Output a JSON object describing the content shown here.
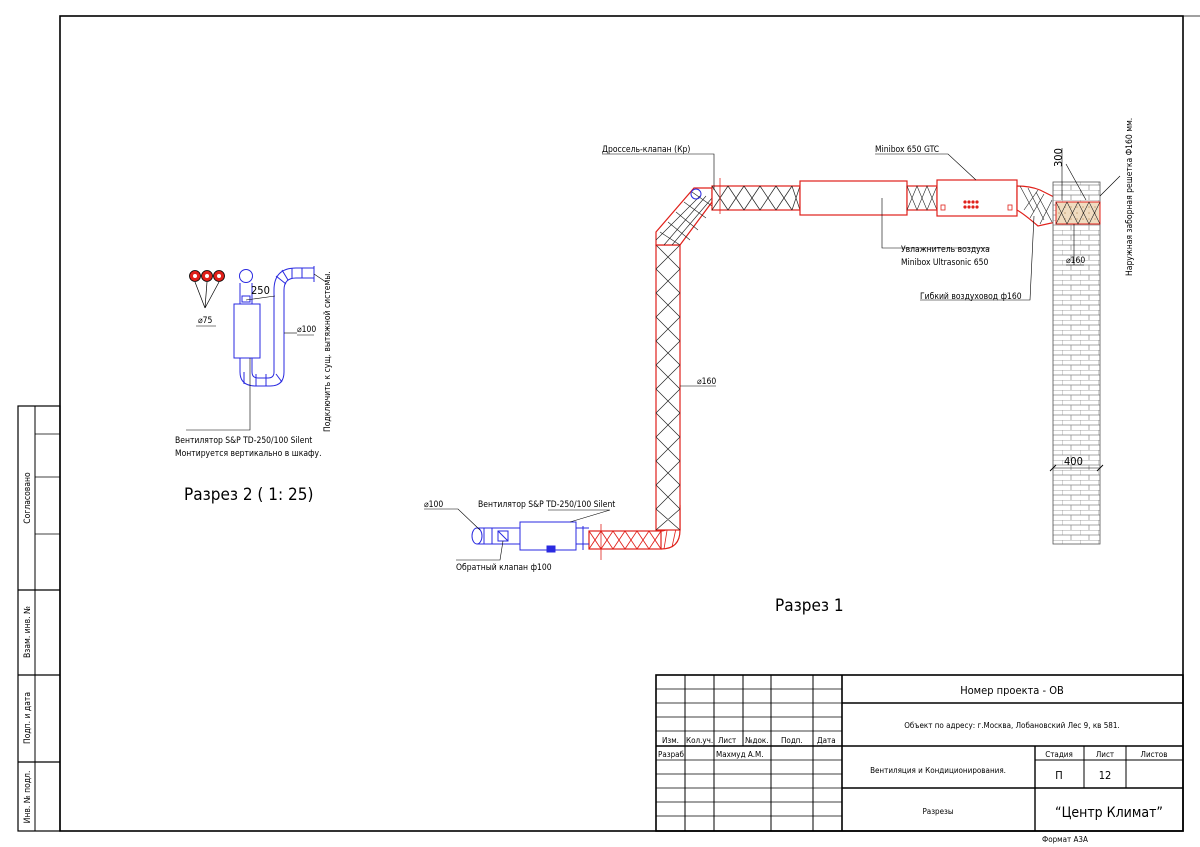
{
  "side_stamps": {
    "agreed": "Согласовано",
    "inv_repl": "Взам. инв. №",
    "sign_date": "Подп. и дата",
    "inv_orig": "Инв. № подл."
  },
  "section2": {
    "title": "Разрез 2 ( 1: 25)",
    "d75": "⌀75",
    "dim250": "250",
    "d100": "⌀100",
    "fan_line1": "Вентилятор S&P TD-250/100 Silent",
    "fan_line2": "Монтируется вертикально в шкафу.",
    "connect_note": "Подключить к сущ. вытяжной системы."
  },
  "section1": {
    "title": "Разрез 1",
    "damper": "Дроссель-клапан (Кр)",
    "minibox": "Minibox 650 GTC",
    "humidifier_line1": "Увлажнитель воздуха",
    "humidifier_line2": "Minibox Ultrasonic 650",
    "flex_duct": "Гибкий воздуховод ф160",
    "d160_main": "⌀160",
    "d160_wall": "⌀160",
    "dim300": "300",
    "dim400": "400",
    "grille": "Наружная заборная решетка Ф160 мм.",
    "d100": "⌀100",
    "fan": "Вентилятор S&P TD-250/100 Silent",
    "check_valve": "Обратный клапан ф100"
  },
  "title_block": {
    "col_izm": "Изм.",
    "col_koluch": "Кол.уч.",
    "col_list": "Лист",
    "col_ndok": "№док.",
    "col_podp": "Подп.",
    "col_data": "Дата",
    "razrab_label": "Разраб.",
    "razrab_name": "Махмуд А.М.",
    "project_number": "Номер проекта - ОВ",
    "object_address": "Объект по адресу: г.Москва, Лобановский Лес 9, кв 581.",
    "system_name": "Вентиляция и Кондиционирования.",
    "sheet_name": "Разрезы",
    "stage_label": "Стадия",
    "sheet_label": "Лист",
    "sheets_label": "Листов",
    "stage_value": "П",
    "sheet_value": "12",
    "sheets_value": "",
    "company": "“Центр Климат”",
    "format": "Формат А3А"
  },
  "colors": {
    "supply": "#e0201a",
    "exhaust": "#2a2ae0",
    "frame": "#000000"
  }
}
